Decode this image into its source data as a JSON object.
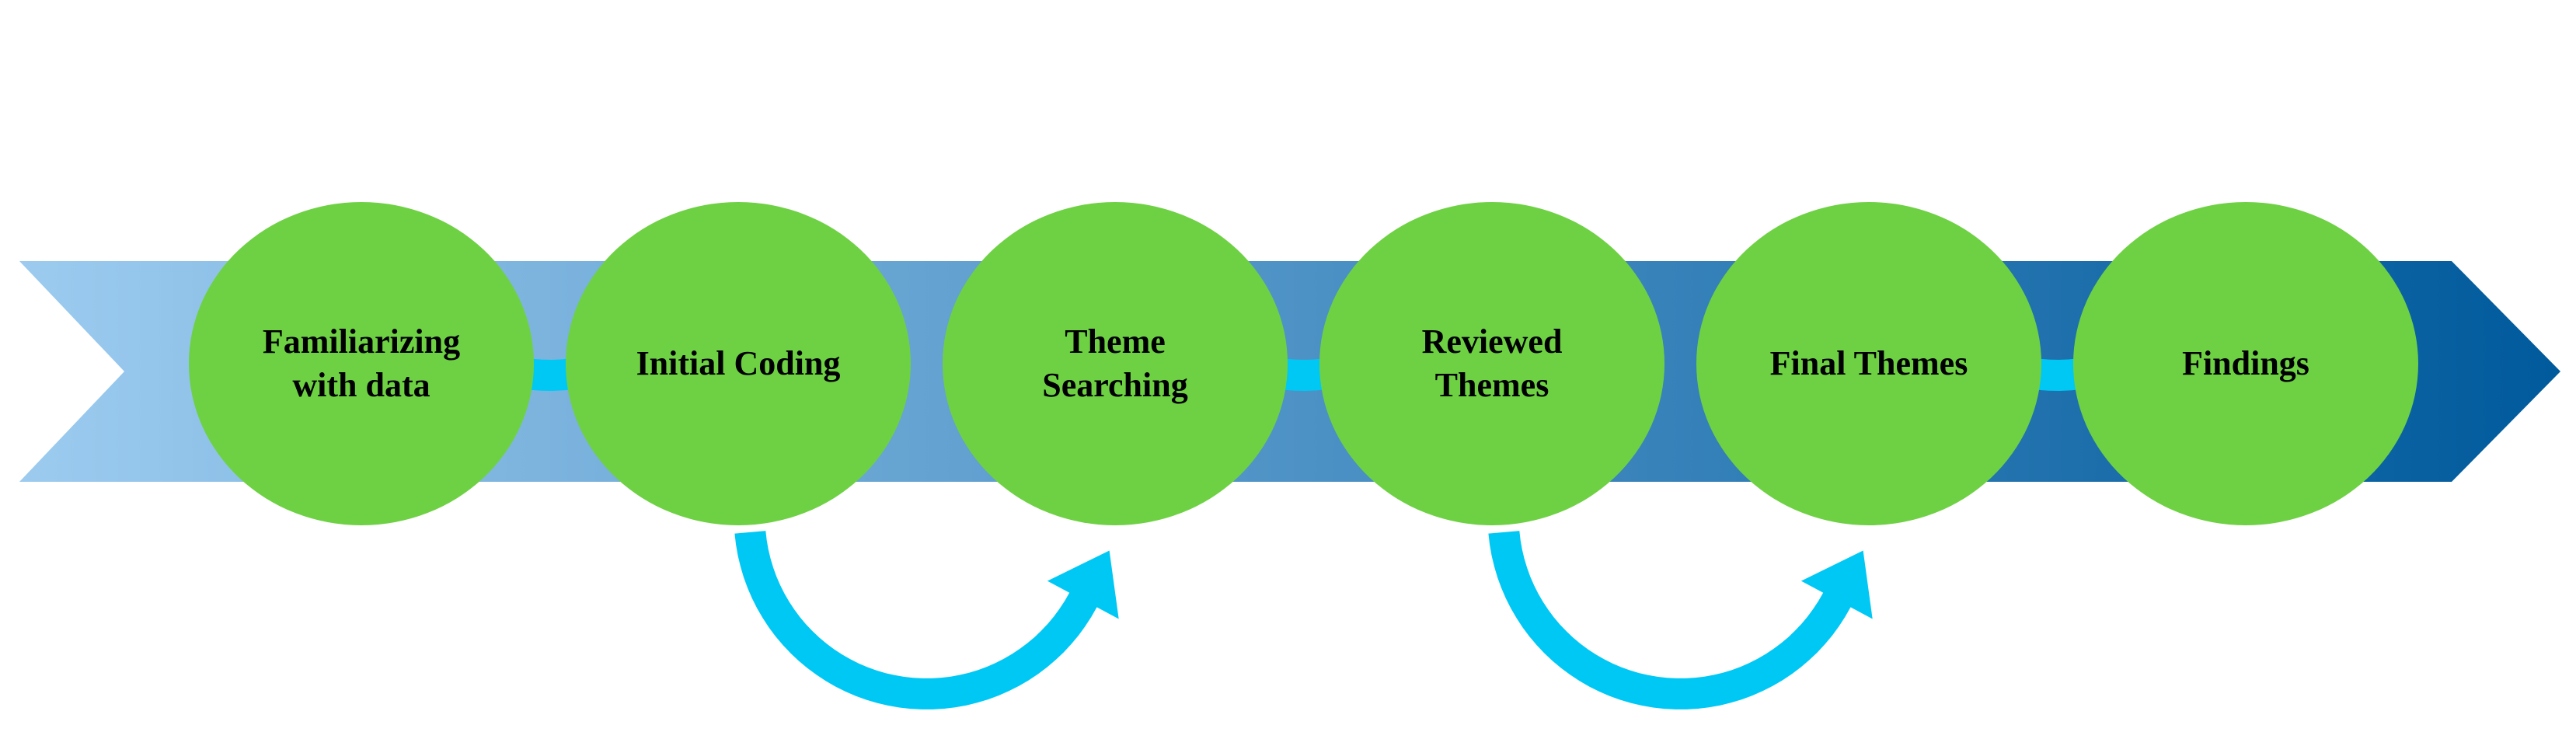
{
  "colors": {
    "band_start": "#9ccbef",
    "band_end": "#005a9c",
    "circle_fill": "#6ed144",
    "circle_text": "#000000",
    "connector_arrow": "#00c8f5",
    "background": "#ffffff"
  },
  "steps": [
    {
      "label": "Familiarizing\nwith data"
    },
    {
      "label": "Initial Coding"
    },
    {
      "label": "Theme\nSearching"
    },
    {
      "label": "Reviewed\nThemes"
    },
    {
      "label": "Final Themes"
    },
    {
      "label": "Findings"
    }
  ],
  "connectors": [
    {
      "from": 0,
      "to": 1,
      "side": "top"
    },
    {
      "from": 1,
      "to": 2,
      "side": "bottom"
    },
    {
      "from": 2,
      "to": 3,
      "side": "top"
    },
    {
      "from": 3,
      "to": 4,
      "side": "bottom"
    },
    {
      "from": 4,
      "to": 5,
      "side": "top"
    }
  ]
}
